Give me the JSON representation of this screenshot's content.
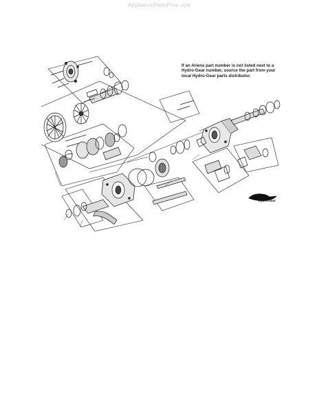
{
  "watermark": "AppliancePartsPros.com",
  "note": "If an Ariens part number is not listed next to a Hydro-Gear number, source the part from your local Hydro-Gear parts distributor.",
  "brand": {
    "name": "Hydro-Gear"
  }
}
